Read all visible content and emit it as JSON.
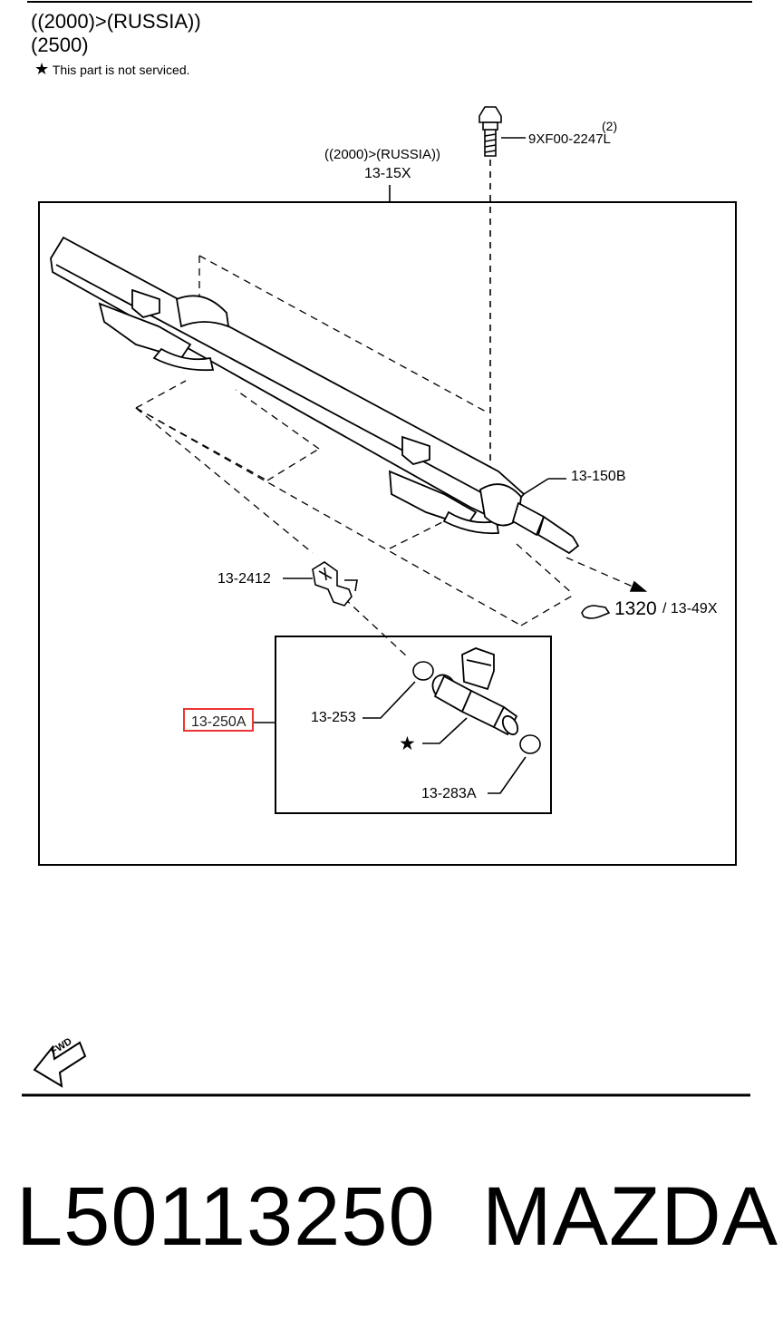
{
  "header": {
    "line1": "((2000)>(RUSSIA))",
    "line2": "(2500)",
    "note_star": "★",
    "note_text": "This part is not serviced."
  },
  "callouts": {
    "bolt_qty": "(2)",
    "bolt_part": "9XF00-2247L",
    "rail_condition": "((2000)>(RUSSIA))",
    "rail_part": "13-15X",
    "hose_end": "13-150B",
    "clip": "13-2412",
    "ref_main": "1320",
    "ref_sub": "/ 13-49X",
    "injector_assy": "13-250A",
    "upper_oring": "13-253",
    "star_mark": "★",
    "lower_oring": "13-283A"
  },
  "footer": {
    "part_number": "L50113250",
    "brand": "MAZDA",
    "fwd_label": "FWD"
  },
  "colors": {
    "highlight": "#e33333",
    "line": "#000000"
  }
}
